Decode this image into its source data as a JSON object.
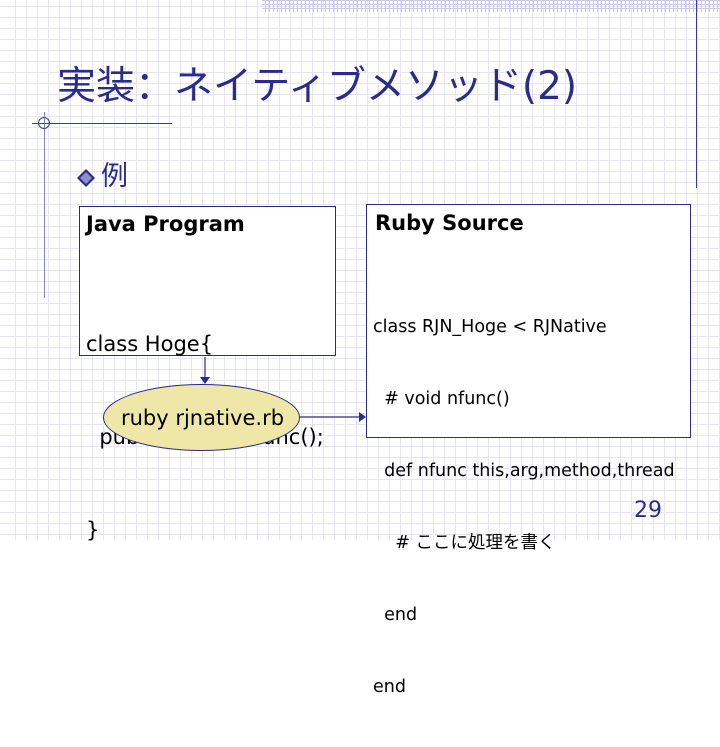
{
  "slide": {
    "title": "実装：ネイティブメソッド(2)",
    "bullet": "例",
    "page_number": "29"
  },
  "java_box": {
    "title": "Java Program",
    "code": [
      "class Hoge{",
      "  public native nfunc();",
      "}"
    ]
  },
  "ruby_box": {
    "title": "Ruby Source",
    "code": [
      "class RJN_Hoge < RJNative",
      "  # void nfunc()",
      "  def nfunc this,arg,method,thread",
      "    # ここに処理を書く",
      "  end",
      "end"
    ]
  },
  "converter": {
    "label": "ruby rjnative.rb"
  },
  "colors": {
    "accent": "#2b2b8c",
    "ellipse_fill": "#efe7a7",
    "grid": "#e6e6f2"
  }
}
